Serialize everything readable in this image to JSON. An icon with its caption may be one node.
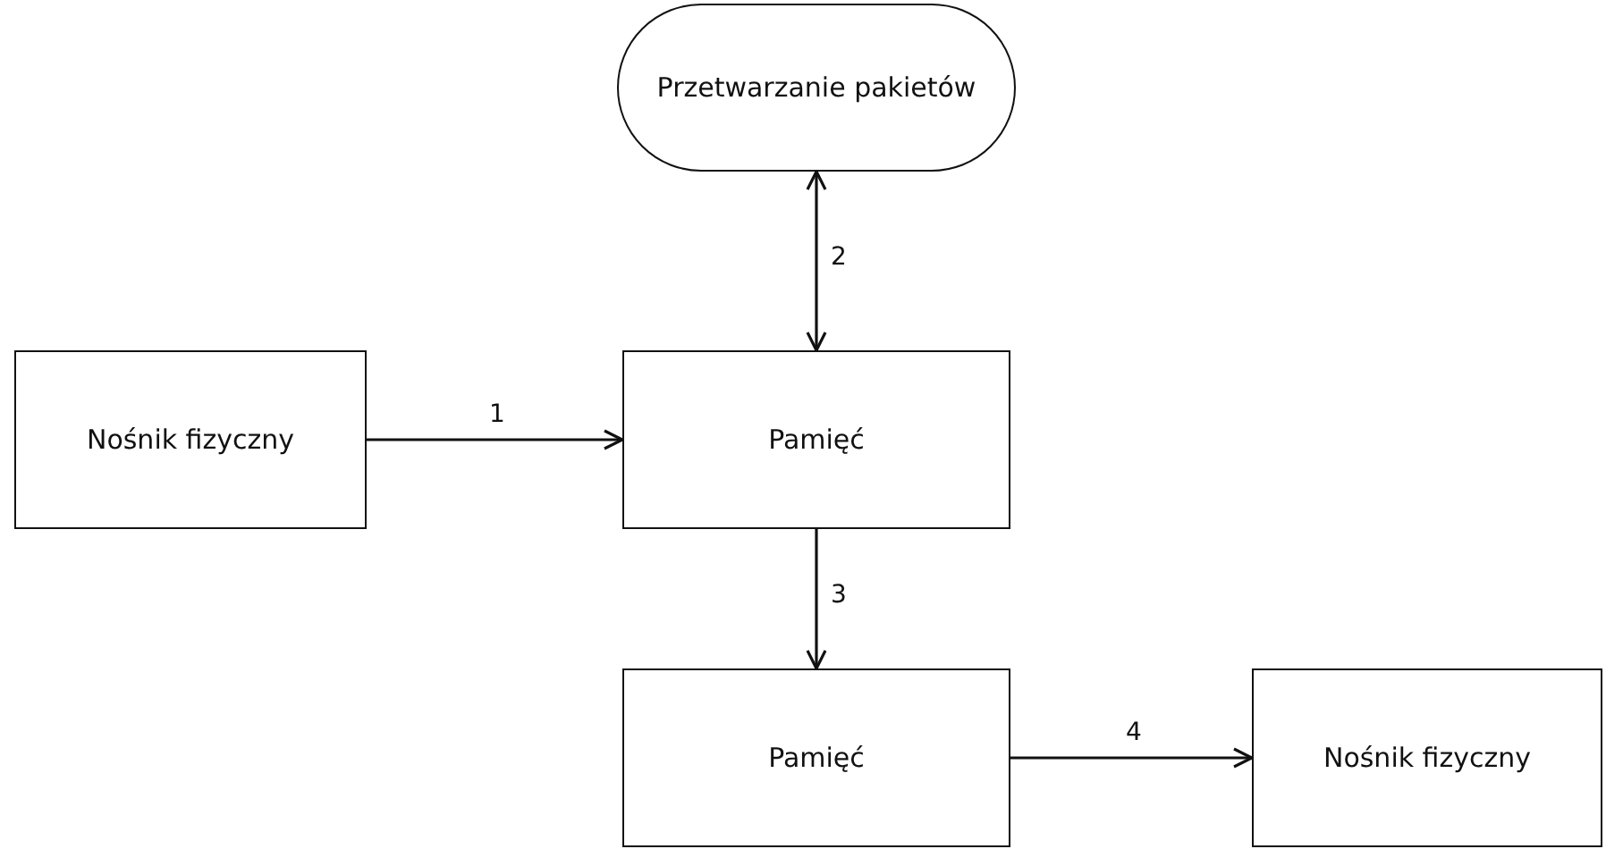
{
  "diagram": {
    "nodes": [
      {
        "text": [
          "Przetwarzanie pakietów"
        ]
      },
      {
        "text": [
          "Nośnik fizyczny"
        ]
      },
      {
        "text": [
          "Pamięć"
        ]
      },
      {
        "text": [
          "Pamięć"
        ]
      },
      {
        "text": [
          "Nośnik fizyczny"
        ]
      }
    ],
    "edges": [
      {
        "from": 1,
        "to": 2,
        "arrow": "to",
        "label": "1"
      },
      {
        "from": 0,
        "to": 2,
        "arrow": "both",
        "label": "2"
      },
      {
        "from": 2,
        "to": 3,
        "arrow": "to",
        "label": "3"
      },
      {
        "from": 3,
        "to": 4,
        "arrow": "to",
        "label": "4"
      }
    ]
  }
}
